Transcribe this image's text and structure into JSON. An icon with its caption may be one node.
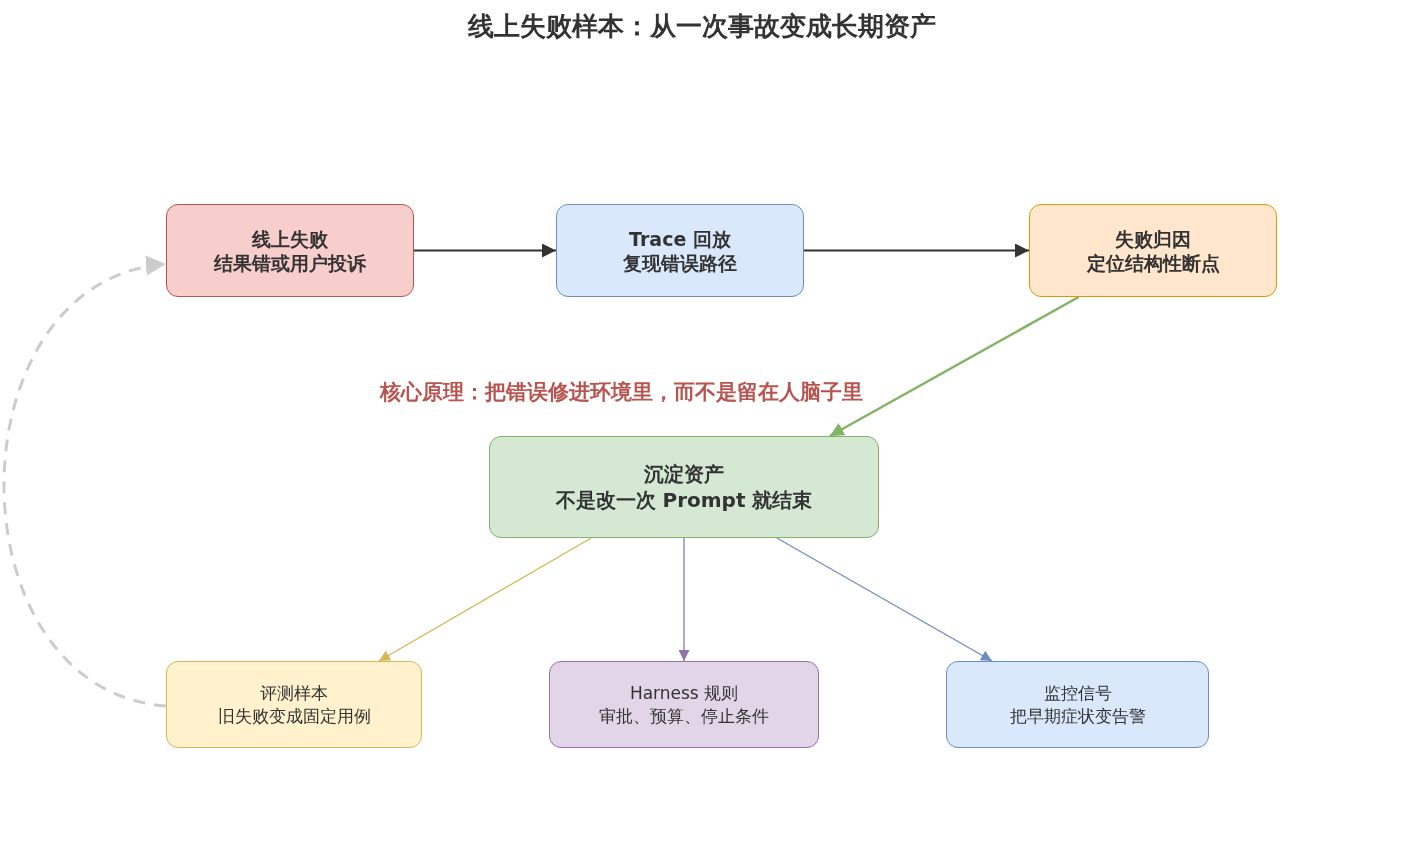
{
  "diagram": {
    "title": "线上失败样本：从一次事故变成长期资产",
    "nodes": [
      {
        "text": [
          "线上失败",
          "结果错或用户投诉"
        ]
      },
      {
        "text": [
          "Trace 回放",
          "复现错误路径"
        ]
      },
      {
        "text": [
          "失败归因",
          "定位结构性断点"
        ]
      },
      {
        "text": [
          "沉淀资产",
          "不是改一次 Prompt 就结束"
        ]
      },
      {
        "text": [
          "评测样本",
          "旧失败变成固定用例"
        ]
      },
      {
        "text": [
          "Harness 规则",
          "审批、预算、停止条件"
        ]
      },
      {
        "text": [
          "监控信号",
          "把早期症状变告警"
        ]
      }
    ],
    "edges": [
      {
        "from": 0,
        "to": 1,
        "arrow": "to"
      },
      {
        "from": 1,
        "to": 2,
        "arrow": "to"
      },
      {
        "from": 2,
        "to": 3,
        "arrow": "to",
        "color": "#82b366"
      },
      {
        "from": 3,
        "to": 4,
        "arrow": "to",
        "color": "#d6b656"
      },
      {
        "from": 3,
        "to": 5,
        "arrow": "to",
        "color": "#9673a6"
      },
      {
        "from": 3,
        "to": 6,
        "arrow": "to",
        "color": "#6c8ebf"
      },
      {
        "from": 4,
        "to": 0,
        "arrow": "to",
        "style": "dashed",
        "color": "#cccccc"
      }
    ],
    "labels": [
      "核心原理：把错误修进环境里，而不是留在人脑子里"
    ]
  }
}
